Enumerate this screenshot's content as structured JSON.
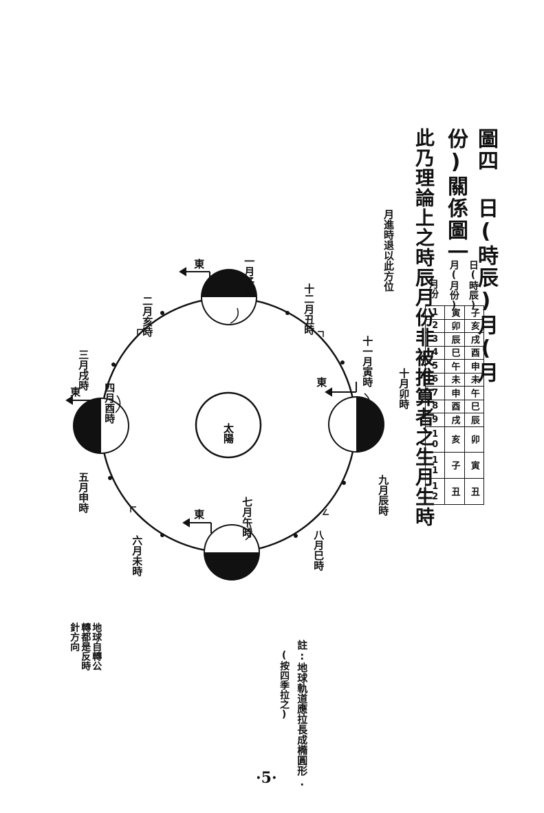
{
  "title": {
    "line1": "圖四 日(時辰)月(月份)關係圖一",
    "line2": "此乃理論上之時辰月份非被推算者之生月生時"
  },
  "note_direction": "月進時退以此方位",
  "sun_label": "太陽",
  "east_label": "東",
  "positions": [
    {
      "text": "一月子時"
    },
    {
      "text": "十二月丑時"
    },
    {
      "text": "十一月寅時"
    },
    {
      "text": "十月卯時"
    },
    {
      "text": "九月辰時"
    },
    {
      "text": "八月巳時"
    },
    {
      "text": "七月午時"
    },
    {
      "text": "六月未時"
    },
    {
      "text": "五月申時"
    },
    {
      "text": "四月酉時"
    },
    {
      "text": "三月戌時"
    },
    {
      "text": "二月亥時"
    }
  ],
  "table": {
    "header_months": "月份",
    "header_yue": "月(月份)",
    "header_ri": "日(時辰)",
    "months": [
      "1",
      "2",
      "3",
      "4",
      "5",
      "6",
      "7",
      "8",
      "9",
      "10",
      "11",
      "12"
    ],
    "yue_branch": [
      "寅",
      "卯",
      "辰",
      "巳",
      "午",
      "未",
      "申",
      "酉",
      "戌",
      "亥",
      "子",
      "丑"
    ],
    "ri_branch": [
      "子",
      "亥",
      "戌",
      "酉",
      "申",
      "未",
      "午",
      "巳",
      "辰",
      "卯",
      "寅",
      "丑"
    ]
  },
  "rotation_note": "地球自轉公轉都是反時針方向",
  "footnote": "註:地球軌道應拉長成橢圓形.",
  "footnote2": "(按四季拉之)",
  "page_number": "·5·"
}
